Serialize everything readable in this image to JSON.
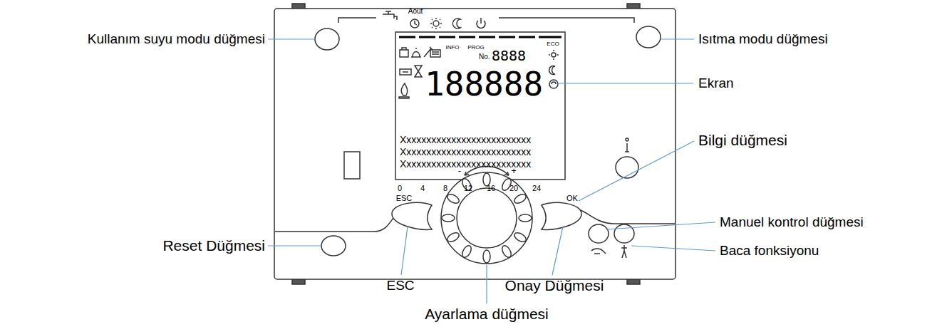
{
  "diagram": {
    "labels": [
      "Kullanım suyu modu düğmesi",
      "Isıtma modu düğmesi",
      "Ekran",
      "Bilgi düğmesi",
      "Reset Düğmesi",
      "Manuel kontrol düğmesi",
      "Baca fonksiyonu",
      "ESC",
      "Onay Düğmesi",
      "Ayarlama düğmesi",
      "Aout",
      "INFO",
      "PROG",
      "No.",
      "8888",
      "ECO",
      "188888",
      "Xxxxxxxxxxxxxxxxxxxxxxxxxx",
      "Xxxxxxxxxxxxxxxxxxxxxxxxxx",
      "Xxxxxxxxxxxxxxxxxxxxxxxxxx",
      "0",
      "4",
      "8",
      "12",
      "16",
      "20",
      "24",
      "ESC",
      "OK",
      "-",
      "+"
    ]
  }
}
